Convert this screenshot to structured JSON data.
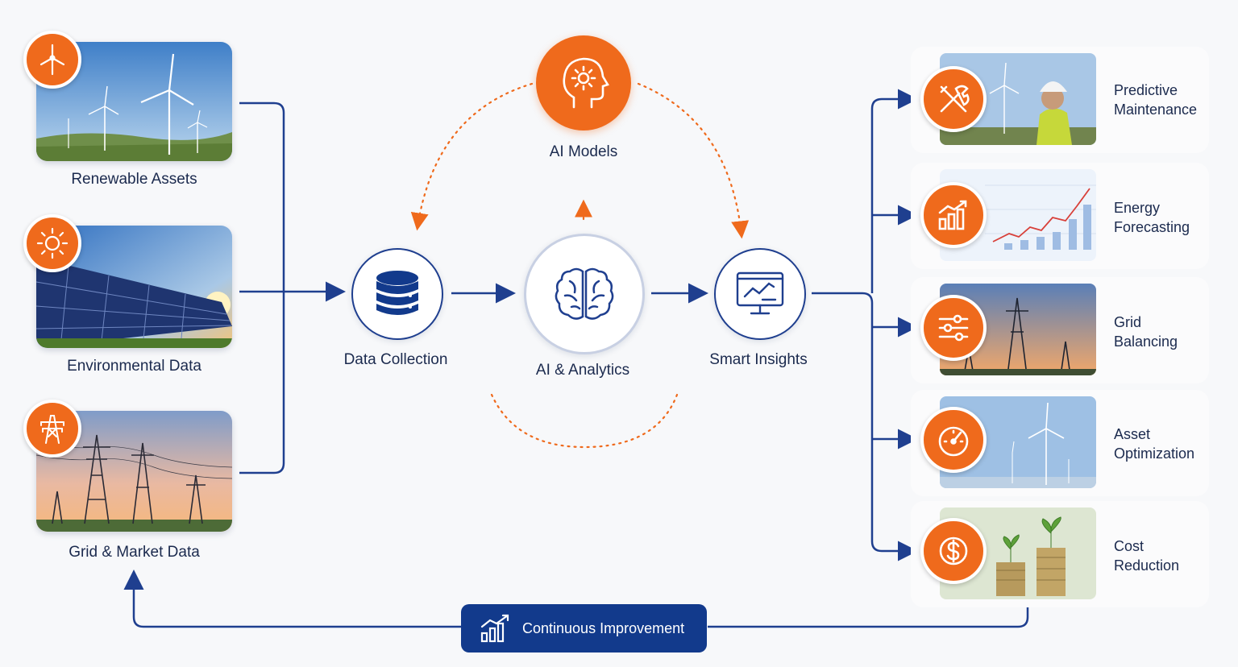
{
  "sources": [
    {
      "label": "Renewable Assets",
      "icon": "wind-turbine-icon"
    },
    {
      "label": "Environmental Data",
      "icon": "sun-icon"
    },
    {
      "label": "Grid & Market Data",
      "icon": "power-tower-icon"
    }
  ],
  "center": {
    "data_collection": "Data Collection",
    "ai_analytics": "AI & Analytics",
    "smart_insights": "Smart Insights",
    "ai_models": "AI Models"
  },
  "outcomes": [
    {
      "line1": "Predictive",
      "line2": "Maintenance",
      "icon": "tools-icon"
    },
    {
      "line1": "Energy",
      "line2": "Forecasting",
      "icon": "bar-chart-icon"
    },
    {
      "line1": "Grid",
      "line2": "Balancing",
      "icon": "sliders-icon"
    },
    {
      "line1": "Asset",
      "line2": "Optimization",
      "icon": "gauge-icon"
    },
    {
      "line1": "Cost",
      "line2": "Reduction",
      "icon": "dollar-icon"
    }
  ],
  "footer": {
    "label": "Continuous Improvement",
    "icon": "growth-chart-icon"
  },
  "colors": {
    "navy": "#1f3f8f",
    "orange": "#ef6a1c",
    "dark_blue_box": "#123a8c"
  }
}
